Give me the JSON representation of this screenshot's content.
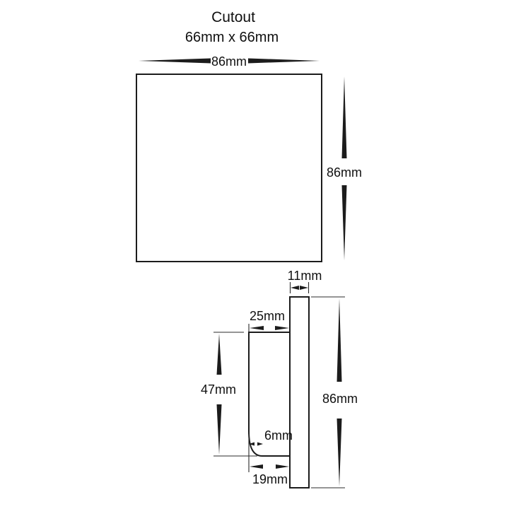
{
  "title": "Cutout",
  "subtitle": "66mm x 66mm",
  "colors": {
    "line": "#1c1c1c",
    "background": "#ffffff"
  },
  "front_view": {
    "width": "86mm",
    "height": "86mm"
  },
  "profile_view": {
    "plate_thickness": "11mm",
    "upper_body_depth": "25mm",
    "body_height": "47mm",
    "overall_height": "86mm",
    "foot_offset": "6mm",
    "lower_body_depth": "19mm"
  }
}
